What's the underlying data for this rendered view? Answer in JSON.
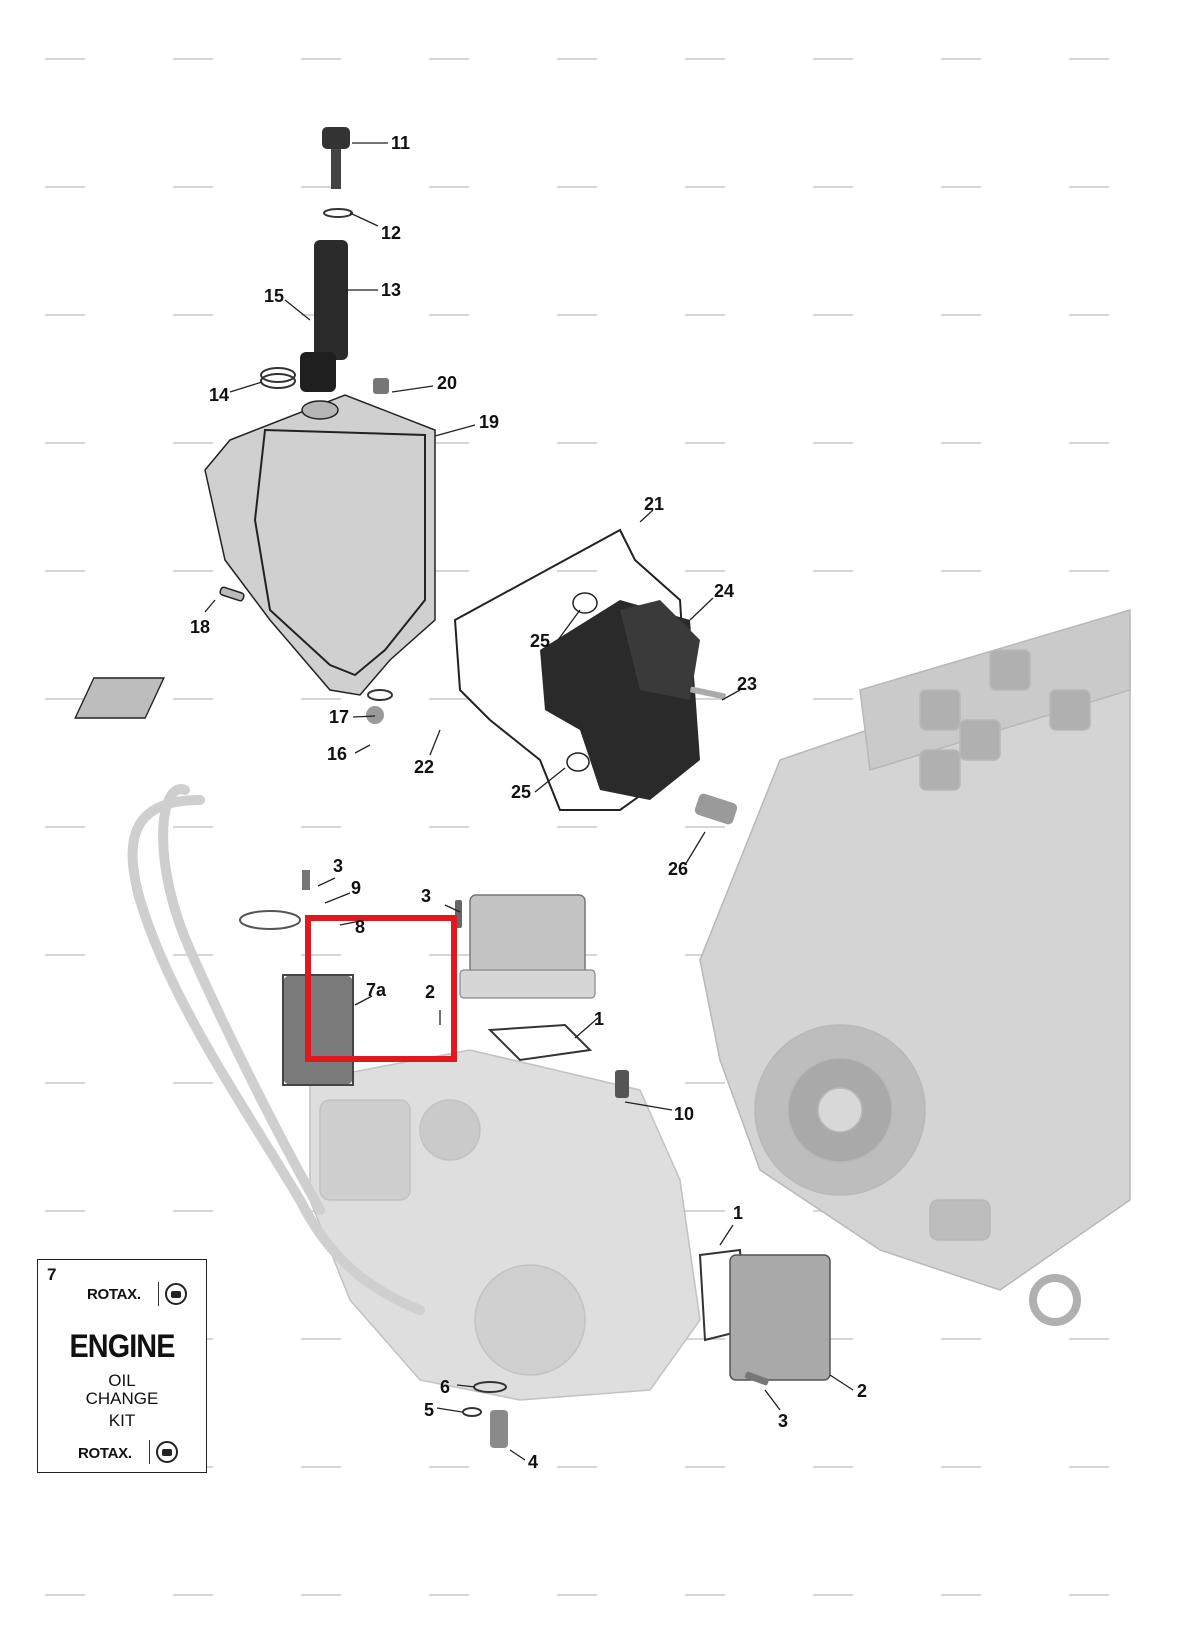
{
  "callouts": {
    "c11": "11",
    "c12": "12",
    "c13": "13",
    "c15": "15",
    "c14": "14",
    "c20": "20",
    "c19": "19",
    "c21": "21",
    "c24": "24",
    "c25a": "25",
    "c23": "23",
    "c18": "18",
    "c17": "17",
    "c16": "16",
    "c22": "22",
    "c25b": "25",
    "c26": "26",
    "c3a": "3",
    "c9": "9",
    "c3b": "3",
    "c8": "8",
    "c7a": "7a",
    "c2a": "2",
    "c1a": "1",
    "c10": "10",
    "c1b": "1",
    "c6": "6",
    "c5": "5",
    "c4": "4",
    "c2b": "2",
    "c3c": "3"
  },
  "highlight": {
    "color": "#e0191f"
  },
  "kit": {
    "number": "7",
    "brand_top": "ROTAX.",
    "title": "ENGINE",
    "line1": "OIL",
    "line2": "CHANGE",
    "line3": "KIT",
    "brand_bottom": "ROTAX."
  }
}
